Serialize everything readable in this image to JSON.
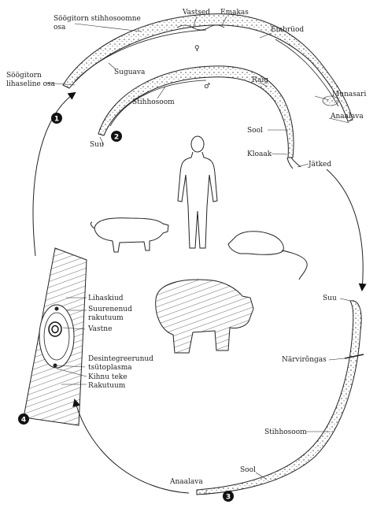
{
  "labels": {
    "seagitorn_stihhosoomne": "Söögitorn stihhosoomne",
    "osa": "osa",
    "vastsed": "Vastsed",
    "emakas": "Emakas",
    "embruod": "Embrüod",
    "female_symbol": "♀",
    "seagitorn_lihaseline": "Söögitorn",
    "lihaseline_osa": "lihaseline osa",
    "suguava": "Suguava",
    "munasari": "Munasari",
    "anaalava_top": "Anaalava",
    "male_symbol": "♂",
    "raig": "Raig",
    "stihhosoom_male": "Stihhosoom",
    "sool_male": "Sool",
    "kloaak": "Kloaak",
    "jatked": "Jätked",
    "suu_male": "Suu",
    "lihaskiud": "Lihaskiud",
    "suurenenud": "Suurenenud",
    "rakutuum1": "rakutuum",
    "vastne": "Vastne",
    "desintegreerunud": "Desintegreerunud",
    "tsutoplasma": "tsütoplasma",
    "kihnu_teke": "Kihnu teke",
    "rakutuum2": "Rakutuum",
    "suu_larva": "Suu",
    "narvirongas": "Närvirõngas",
    "stihhosoom_larva": "Stihhosoom",
    "sool_larva": "Sool",
    "anaalava_bottom": "Anaalava"
  },
  "steps": [
    "1",
    "2",
    "3",
    "4"
  ]
}
